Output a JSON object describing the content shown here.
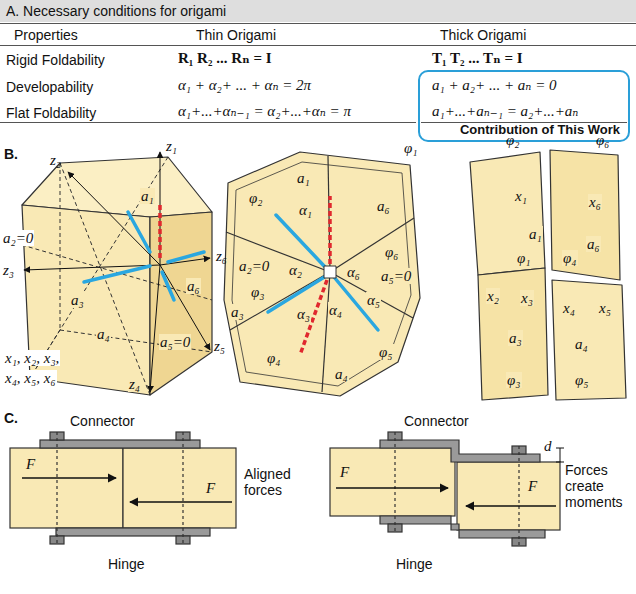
{
  "diagram": {
    "nodes": [
      {
        "text": [
          "A. Necessary conditions for origami"
        ]
      },
      {
        "text": [
          "Contribution of This Work"
        ]
      }
    ],
    "labels": [
      "Properties",
      "Thin Origami",
      "Thick Origami",
      "Rigid Foldability",
      "R₁ R₂ ... Rₙ = I",
      "T₁ T₂ ... Tₙ = I",
      "Developability",
      "α₁ + α₂+ ... + αₙ = 2π",
      "a₁ + a₂+ ... + aₙ = 0",
      "Flat Foldability",
      "α₁+...+αₙ₋₁ = α₂+...+αₙ = π",
      "a₁+...+aₙ₋₁ = a₂+...+aₙ",
      "B.",
      "z₂",
      "z₁",
      "a₁",
      "a₂=0",
      "z₆",
      "z₃",
      "a₃",
      "a₆",
      "a₄",
      "a₅=0",
      "x₁, x₂, x₃,",
      "x₄, x₅, x₆",
      "z₄",
      "z₅",
      "φ₁",
      "a₁",
      "φ₂",
      "α₁",
      "a₆",
      "a₂=0",
      "α₂",
      "α₆",
      "φ₆",
      "φ₃",
      "α₃",
      "α₅",
      "a₅=0",
      "a₃",
      "α₄",
      "φ₅",
      "φ₄",
      "a₄",
      "φ₂",
      "φ₆",
      "x₁",
      "x₆",
      "a₁",
      "a₆",
      "φ₁",
      "x₂",
      "φ₄",
      "x₃",
      "x₄",
      "x₅",
      "a₃",
      "a₄",
      "φ₃",
      "φ₅",
      "C.",
      "Connector",
      "F",
      "F",
      "Aligned forces",
      "Hinge",
      "Connector",
      "d",
      "F",
      "F",
      "Forces create moments",
      "Hinge"
    ]
  }
}
